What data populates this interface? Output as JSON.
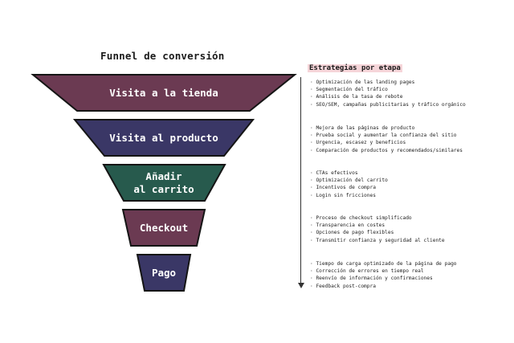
{
  "funnel": {
    "title": "Funnel de conversión",
    "stages": [
      {
        "lines": [
          "Visita a la tienda"
        ],
        "color": "#6b3a52"
      },
      {
        "lines": [
          "Visita al producto"
        ],
        "color": "#3a3766"
      },
      {
        "lines": [
          "Añadir",
          "al carrito"
        ],
        "color": "#275a4d"
      },
      {
        "lines": [
          "Checkout"
        ],
        "color": "#6b3a52"
      },
      {
        "lines": [
          "Pago"
        ],
        "color": "#3a3766"
      }
    ]
  },
  "strategies": {
    "title": "Estrategias por etapa",
    "groups": [
      [
        "Optimización de las landing pages",
        "Segmentación del tráfico",
        "Análisis de la tasa de rebote",
        "SEO/SEM, campañas publicitarias y tráfico orgánico"
      ],
      [
        "Mejora de las páginas de producto",
        "Prueba social y aumentar la confianza del sitio",
        "Urgencia, escasez y beneficios",
        "Comparación de productos y recomendados/similares"
      ],
      [
        "CTAs efectivos",
        "Optimización del carrito",
        "Incentivos de compra",
        "Login sin fricciones"
      ],
      [
        "Proceso de checkout simplificado",
        "Transparencia en costes",
        "Opciones de pago flexibles",
        "Transmitir confianza y seguridad al cliente"
      ],
      [
        "Tiempo de carga optimizado de la página de pago",
        "Corrección de errores en tiempo real",
        "Reenvío de información y confirmaciones",
        "Feedback post-compra"
      ]
    ]
  }
}
